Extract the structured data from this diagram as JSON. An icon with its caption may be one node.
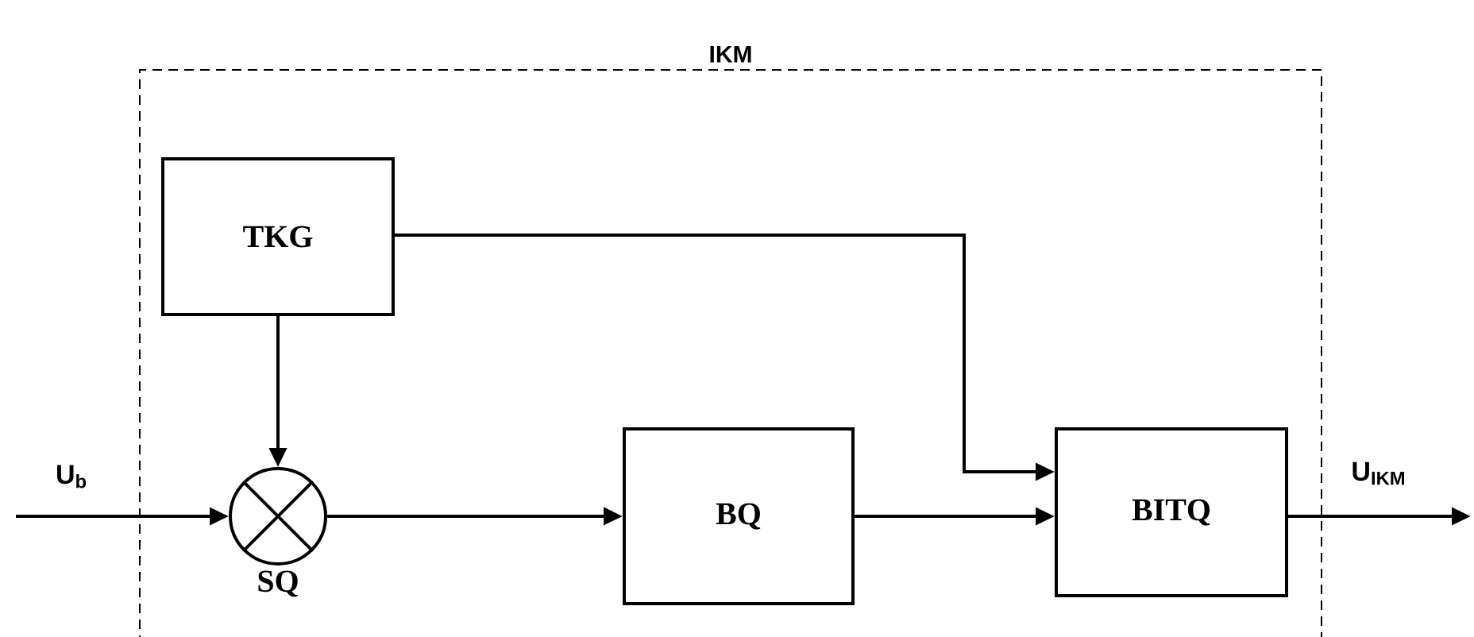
{
  "diagram": {
    "nodes": [
      {
        "text": [
          "IKM"
        ]
      },
      {
        "text": [
          "TKG"
        ],
        "in": 0
      },
      {
        "text": [
          "SQ"
        ],
        "in": 0
      },
      {
        "text": [
          "BQ"
        ],
        "in": 0
      },
      {
        "text": [
          "BITQ"
        ],
        "in": 0
      }
    ],
    "edges": [
      {
        "from": null,
        "to": 2,
        "arrow": "to",
        "label": "U$_{b}$"
      },
      {
        "from": 1,
        "to": 2,
        "arrow": "to"
      },
      {
        "from": 2,
        "to": 3,
        "arrow": "to"
      },
      {
        "from": 1,
        "to": 4,
        "arrow": "to"
      },
      {
        "from": 3,
        "to": 4,
        "arrow": "to"
      },
      {
        "from": 4,
        "to": null,
        "arrow": "to",
        "label": "U$_{IKM}$"
      }
    ]
  }
}
